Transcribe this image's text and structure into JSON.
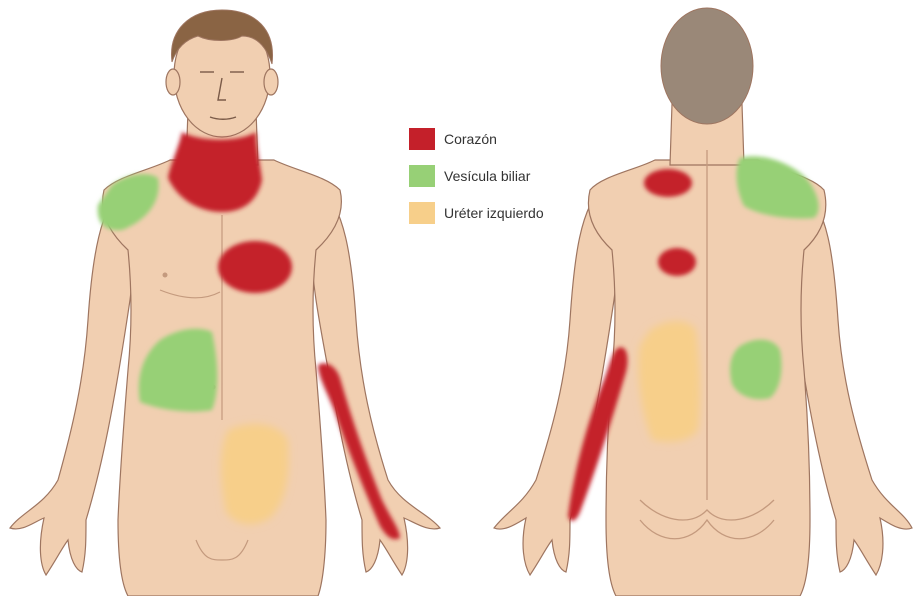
{
  "legend": {
    "items": [
      {
        "label": "Corazón",
        "color": "#c4202a"
      },
      {
        "label": "Vesícula biliar",
        "color": "#97d076"
      },
      {
        "label": "Uréter izquierdo",
        "color": "#f7cf8a"
      }
    ]
  },
  "colors": {
    "skin": "#f1cfb1",
    "skin_shadow": "#dcae8c",
    "outline": "#9e7560",
    "hair": "#8a6444",
    "hair_back": "#9a8878",
    "heart": "#c4202a",
    "gallbladder": "#97d076",
    "ureter": "#f7cf8a"
  },
  "figures": [
    {
      "view": "front",
      "icon": "male-body-front-icon"
    },
    {
      "view": "back",
      "icon": "male-body-back-icon"
    }
  ]
}
